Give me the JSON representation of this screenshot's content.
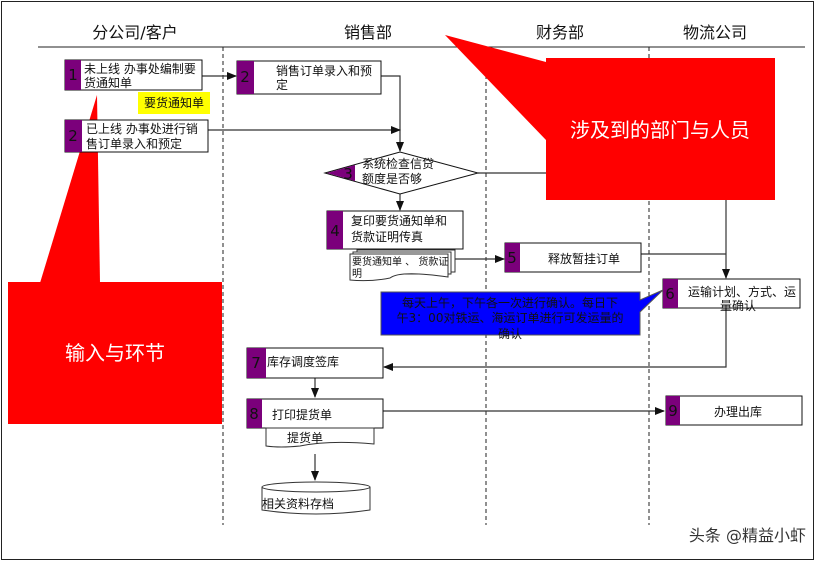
{
  "lanes": [
    "分公司/客户",
    "销售部",
    "财务部",
    "物流公司"
  ],
  "steps": {
    "s1": {
      "num": "1",
      "line1": "未上线 办事处编制要",
      "line2": "货通知单"
    },
    "s2a": {
      "num": "2",
      "line1": "销售订单录入和预",
      "line2": "定"
    },
    "s2b": {
      "num": "2",
      "line1": "已上线 办事处进行销",
      "line2": "售订单录入和预定"
    },
    "s3": {
      "num": "3",
      "line1": "系统检查信贷",
      "line2": "额度是否够"
    },
    "s4": {
      "num": "4",
      "line1": "复印要货通知单和",
      "line2": "货款证明传真"
    },
    "s5": {
      "num": "5",
      "label": "释放暂挂订单"
    },
    "s6": {
      "num": "6",
      "line1": "运输计划、方式、运",
      "line2": "量确认"
    },
    "s7": {
      "num": "7",
      "label": "库存调度签库"
    },
    "s8": {
      "num": "8",
      "label": "打印提货单"
    },
    "s9": {
      "num": "9",
      "label": "办理出库"
    }
  },
  "documents": {
    "yellow_note": "要货通知单",
    "fax_doc_line1": "要货通知单 、 货款证",
    "fax_doc_line2": "明",
    "delivery_doc": "提货单",
    "archive": "相关资料存档"
  },
  "callout": {
    "line1": "每天上午，下午各一次进行确认。每日下",
    "line2": "午3：00对铁运、海运订单进行可发运量的",
    "line3": "确认"
  },
  "annotations": {
    "departments": "涉及到的部门与人员",
    "inputs": "输入与环节"
  },
  "watermark": "头条 @精益小虾",
  "colors": {
    "step_number": "#7b007b",
    "annotation": "#ff0000",
    "callout": "#0000ff",
    "note": "#ffff00"
  }
}
